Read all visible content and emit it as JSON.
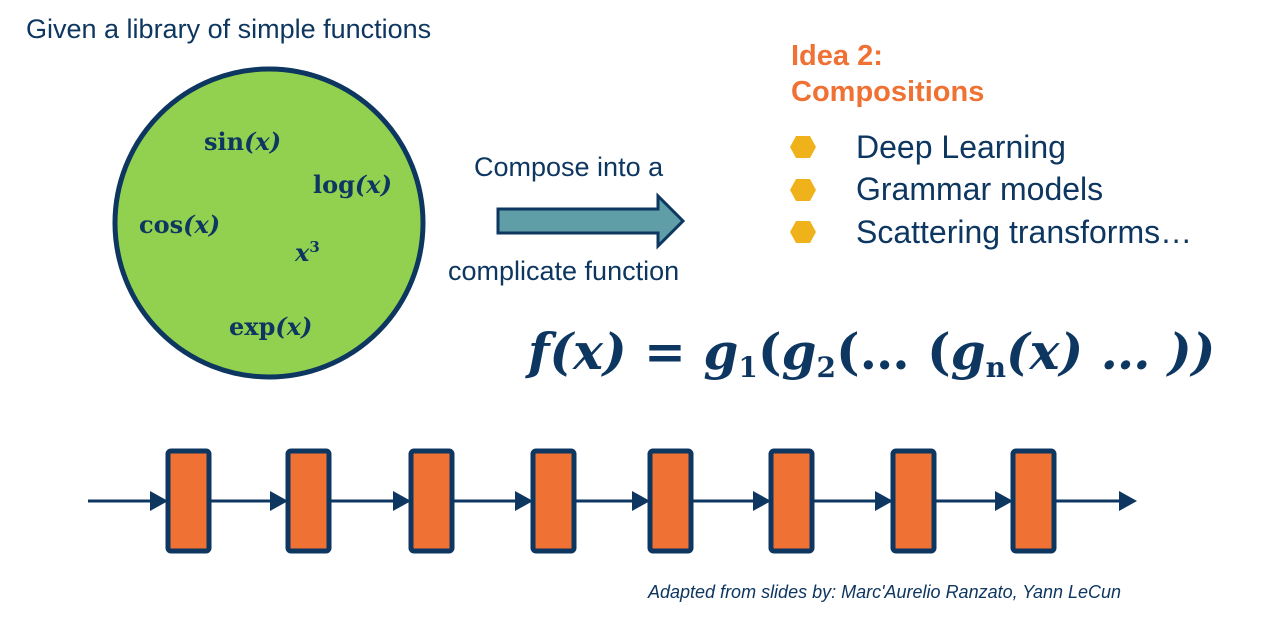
{
  "intro_text": "Given a library of simple functions",
  "library": {
    "functions": [
      {
        "name": "sin",
        "arg": "(x)"
      },
      {
        "name": "log",
        "arg": "(x)"
      },
      {
        "name": "cos",
        "arg": "(x)"
      },
      {
        "name": "x",
        "superscript": "3"
      },
      {
        "name": "exp",
        "arg": "(x)"
      }
    ],
    "fill_color": "#92d050",
    "border_color": "#0d3660"
  },
  "compose": {
    "label_top": "Compose into a",
    "label_bottom": "complicate function",
    "arrow_color": "#5f9ea6"
  },
  "idea": {
    "title_line1": "Idea 2:",
    "title_line2": "Compositions",
    "title_color": "#ef7134",
    "bullet_color": "#f0b21b",
    "items": [
      "Deep Learning",
      "Grammar models",
      "Scattering transforms…"
    ]
  },
  "formula": {
    "lhs": "f(x) =",
    "rhs_parts": [
      "g",
      "1",
      "(",
      "g",
      "2",
      "(… (",
      "g",
      "n",
      "(x) … ))"
    ]
  },
  "pipeline": {
    "block_count": 8,
    "block_fill": "#ef7134",
    "block_border": "#0d3660"
  },
  "credit": "Adapted from slides by: Marc'Aurelio Ranzato, Yann LeCun"
}
